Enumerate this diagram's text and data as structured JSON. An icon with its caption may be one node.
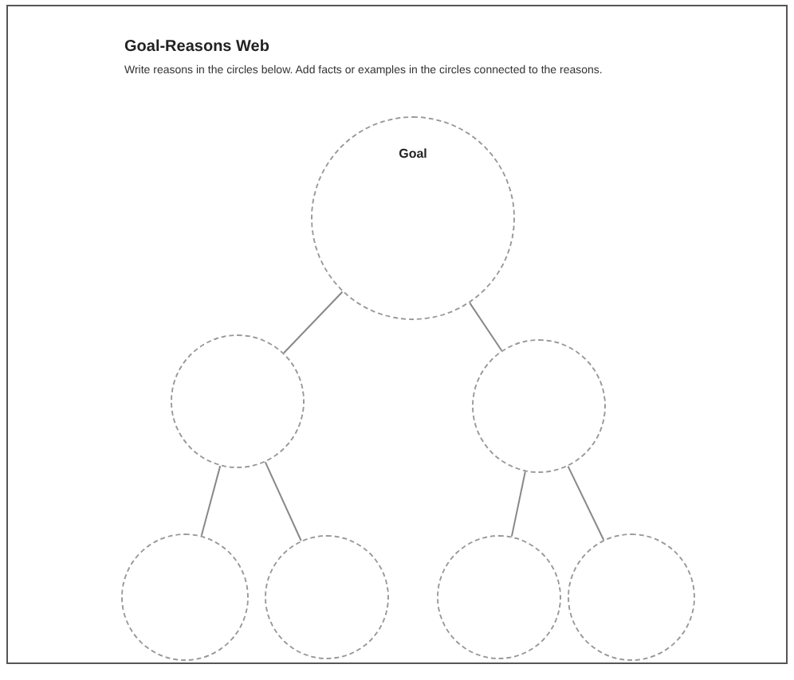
{
  "diagram": {
    "title": "Goal-Reasons Web",
    "caption": "Write reasons in the circles below. Add facts or examples in the circles connected to the reasons.",
    "nodes": [
      {
        "text": [
          "Goal"
        ]
      },
      {
        "text": [],
        "shape": "circle"
      },
      {
        "text": [],
        "shape": "circle"
      },
      {
        "text": [],
        "shape": "circle"
      },
      {
        "text": [],
        "shape": "circle"
      },
      {
        "text": [],
        "shape": "circle"
      },
      {
        "text": [],
        "shape": "circle"
      }
    ],
    "edges": [
      {
        "from": 0,
        "to": 1,
        "arrow": "none"
      },
      {
        "from": 0,
        "to": 2,
        "arrow": "none"
      },
      {
        "from": 1,
        "to": 3,
        "arrow": "none"
      },
      {
        "from": 1,
        "to": 4,
        "arrow": "none"
      },
      {
        "from": 2,
        "to": 5,
        "arrow": "none"
      },
      {
        "from": 2,
        "to": 6,
        "arrow": "none"
      }
    ]
  }
}
